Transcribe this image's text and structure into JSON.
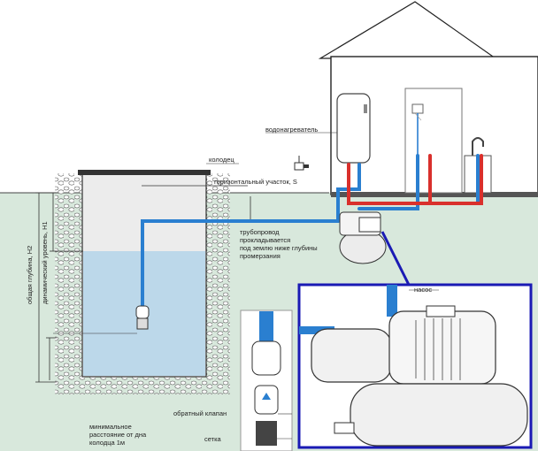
{
  "labels": {
    "water_heater": "водонагреватель",
    "well": "колодец",
    "horizontal_section": "горизонтальный участок, S",
    "pipeline": [
      "трубопровод",
      "прокладывается",
      "под землю ниже глубины",
      "промерзания"
    ],
    "pump": "насос",
    "check_valve": "обратный клапан",
    "mesh": "сетка",
    "min_distance": [
      "минимальное",
      "расстояние от дна",
      "колодца 1м"
    ],
    "total_depth": "общая глубина, H2",
    "dynamic_level": "динамический уровень, H1"
  },
  "colors": {
    "ground": "#d8e8dc",
    "water": "#bcd8ea",
    "cold_pipe": "#2a7fd0",
    "hot_pipe": "#d9302c",
    "callout_frame": "#1a1ab4"
  },
  "icons": [
    "water-heater-icon",
    "shower-icon",
    "faucet-icon",
    "pump-icon",
    "check-valve-icon",
    "mesh-filter-icon"
  ]
}
